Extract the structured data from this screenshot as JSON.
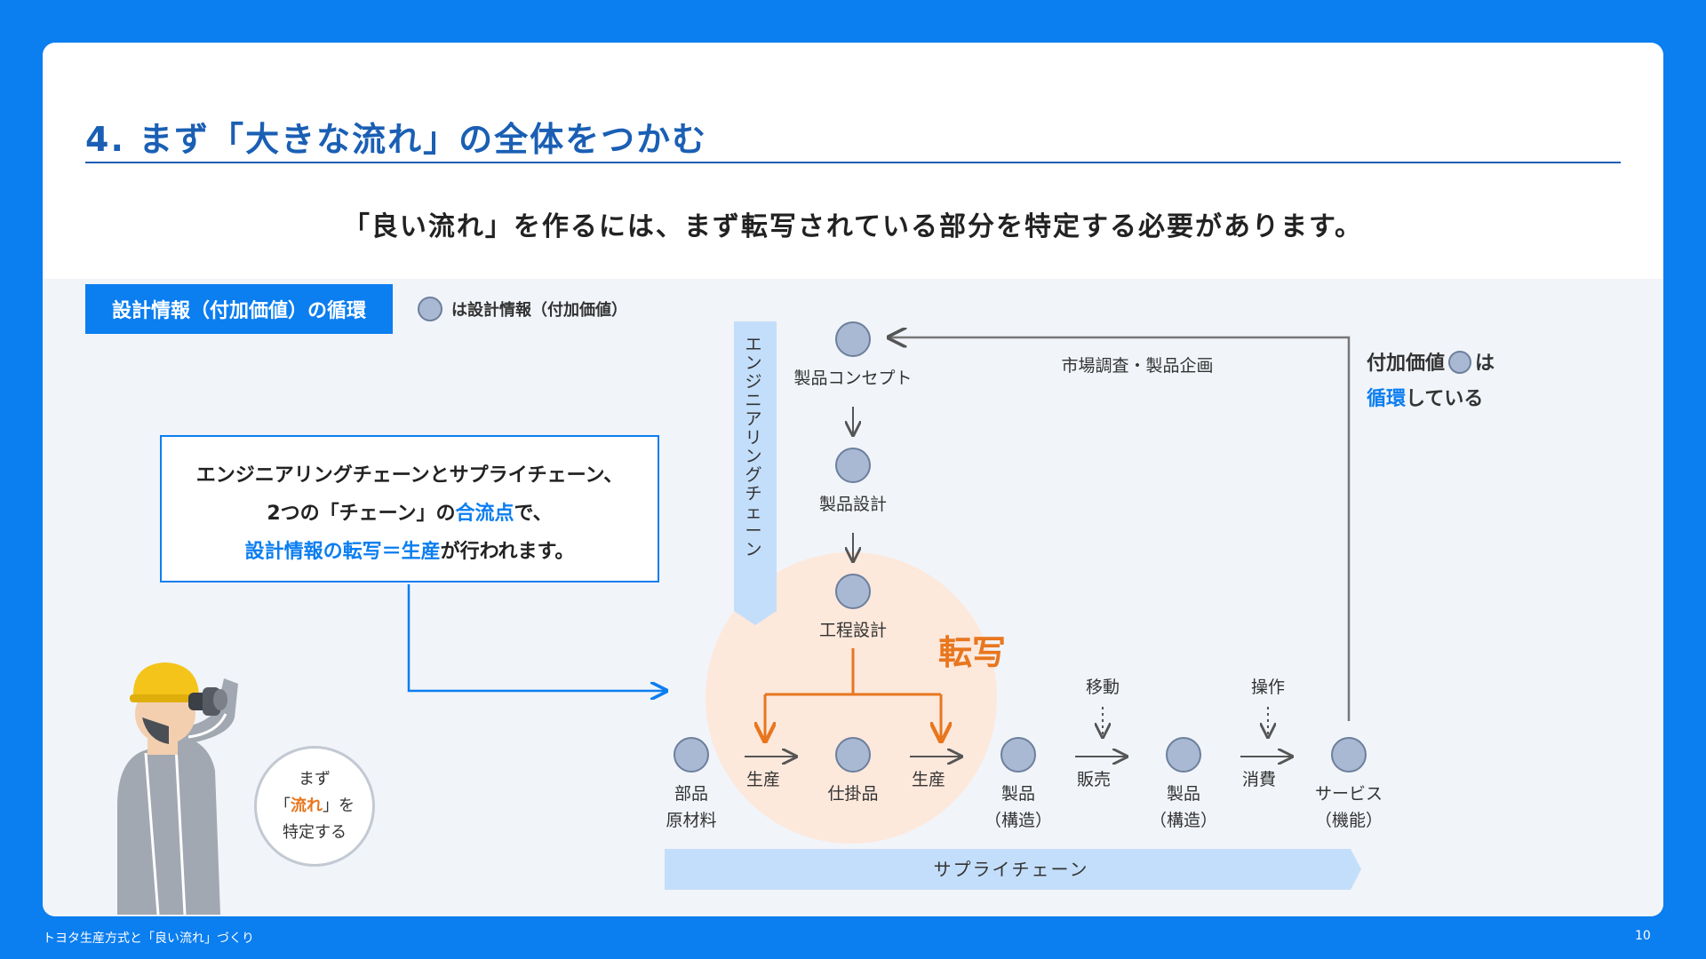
{
  "title": "4. まず「大きな流れ」の全体をつかむ",
  "lead": "「良い流れ」を作るには、まず転写されている部分を特定する必要があります。",
  "tag": "設計情報（付加価値）の循環",
  "legend": "は設計情報（付加価値）",
  "callout": {
    "line1": "エンジニアリングチェーンとサプライチェーン、",
    "line2_a": "2つの「チェーン」の",
    "line2_hl": "合流点",
    "line2_b": "で、",
    "line3_hl": "設計情報の転写＝生産",
    "line3_b": "が行われます。"
  },
  "side_note": {
    "line1_a": "付加価値",
    "line1_b": "は",
    "line2_hl": "循環",
    "line2_b": "している"
  },
  "speech": {
    "line1": "まず",
    "line2_a": "「",
    "line2_hl": "流れ",
    "line2_b": "」を",
    "line3": "特定する"
  },
  "diagram": {
    "engineering_chain": "エンジニアリングチェーン",
    "supply_chain": "サプライチェーン",
    "transfer_label": "転写",
    "market_research": "市場調査・製品企画",
    "eng_nodes": [
      "製品コンセプト",
      "製品設計",
      "工程設計"
    ],
    "supply_nodes": [
      {
        "line1": "部品",
        "line2": "原材料"
      },
      {
        "line1": "仕掛品",
        "line2": ""
      },
      {
        "line1": "製品",
        "line2": "（構造）"
      },
      {
        "line1": "製品",
        "line2": "（構造）"
      },
      {
        "line1": "サービス",
        "line2": "（機能）"
      }
    ],
    "flow_labels": [
      "生産",
      "生産",
      "販売",
      "消費"
    ],
    "top_labels": [
      "移動",
      "操作"
    ]
  },
  "colors": {
    "brand": "#0b7ef0",
    "title": "#1a5fb4",
    "node_fill": "#a9b9d3",
    "transfer": "#e8761e",
    "transfer_bg": "#fde8dc",
    "chain_band": "#c3defa"
  },
  "footer": {
    "left": "トヨタ生産方式と「良い流れ」づくり",
    "page": "10"
  }
}
